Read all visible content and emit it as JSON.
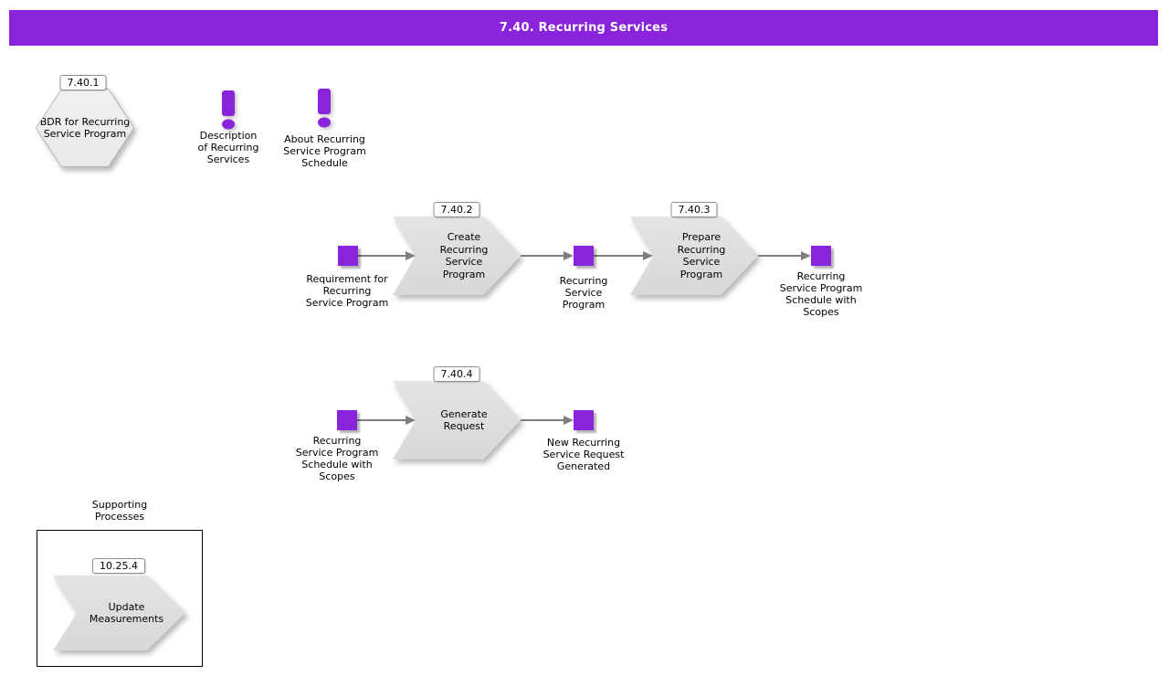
{
  "title": "7.40. Recurring Services",
  "colors": {
    "accent": "#8a23dc",
    "line": "#7f7f7f",
    "shape_fill": "#dedede"
  },
  "hexagon": {
    "tag": "7.40.1",
    "label": "BDR for Recurring\nService Program"
  },
  "notes": [
    {
      "label": "Description\nof Recurring\nServices"
    },
    {
      "label": "About Recurring\nService Program\nSchedule"
    }
  ],
  "flow1": {
    "input_label": "Requirement for\nRecurring\nService Program",
    "step_create": {
      "tag": "7.40.2",
      "label": "Create\nRecurring\nService\nProgram"
    },
    "mid_label": "Recurring\nService\nProgram",
    "step_prepare": {
      "tag": "7.40.3",
      "label": "Prepare\nRecurring\nService\nProgram"
    },
    "output_label": "Recurring\nService Program\nSchedule with\nScopes"
  },
  "flow2": {
    "input_label": "Recurring\nService Program\nSchedule with\nScopes",
    "step_generate": {
      "tag": "7.40.4",
      "label": "Generate\nRequest"
    },
    "output_label": "New Recurring\nService Request\nGenerated"
  },
  "supporting": {
    "title": "Supporting\nProcesses",
    "step_update": {
      "tag": "10.25.4",
      "label": "Update\nMeasurements"
    }
  }
}
